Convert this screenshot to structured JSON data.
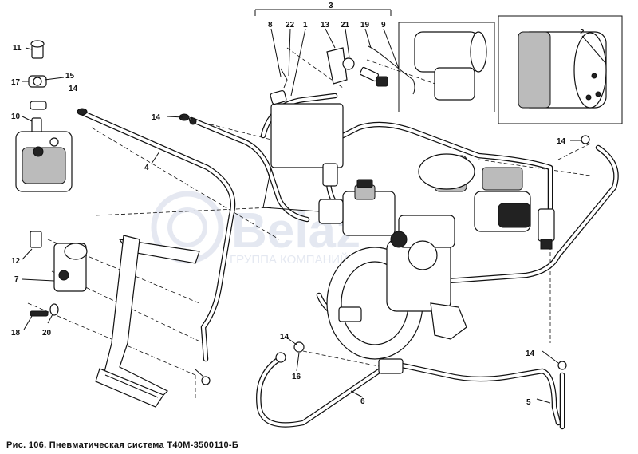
{
  "caption": "Рис. 106. Пневматическая система Т40М-3500110-Б",
  "watermark": {
    "brand": "Belaz",
    "subtitle": "ГРУППА КОМПАНИЙ"
  },
  "callouts": {
    "c1": "1",
    "c2": "2",
    "c3": "3",
    "c4": "4",
    "c5": "5",
    "c6": "6",
    "c7": "7",
    "c8": "8",
    "c9": "9",
    "c10": "10",
    "c11": "11",
    "c12": "12",
    "c13": "13",
    "c14a": "14",
    "c14b": "14",
    "c14c": "14",
    "c14d": "14",
    "c14e": "14",
    "c15": "15",
    "c16": "16",
    "c17": "17",
    "c18": "18",
    "c19": "19",
    "c20": "20",
    "c21": "21",
    "c22": "22"
  },
  "colors": {
    "ink": "#111111",
    "paper": "#ffffff",
    "watermark": "#cfd6e6"
  }
}
